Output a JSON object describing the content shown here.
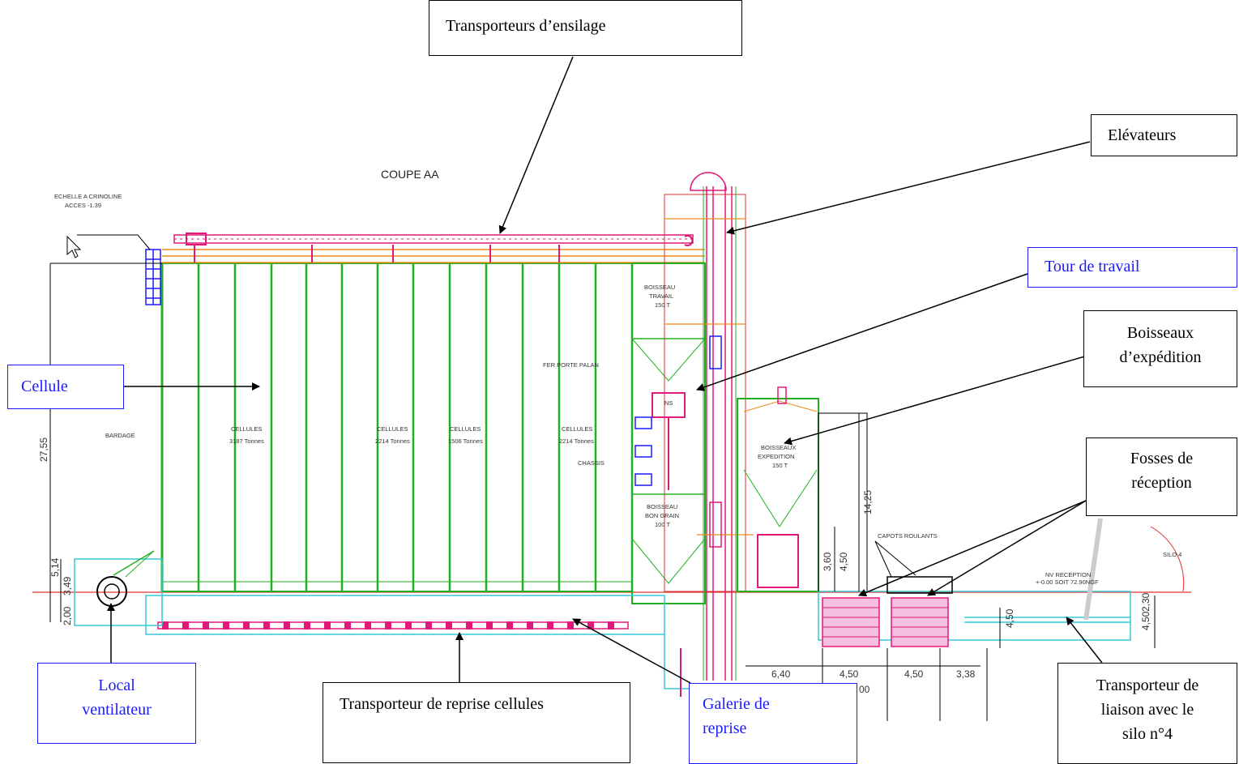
{
  "colors": {
    "green": "#22b022",
    "magenta": "#e0187a",
    "orange": "#f08a1a",
    "cyan": "#35c8d8",
    "red": "#e03030",
    "blue_label": "#1a1aff",
    "line": "#000000"
  },
  "title": "COUPE AA",
  "labels": {
    "ensilage": "Transporteurs d’ensilage",
    "elevateurs": "Elévateurs",
    "tour": "Tour de travail",
    "boisseaux_l1": "Boisseaux",
    "boisseaux_l2": "d’expédition",
    "cellule": "Cellule",
    "fosses_l1": "Fosses de",
    "fosses_l2": "réception",
    "local_l1": "Local",
    "local_l2": "ventilateur",
    "reprise_cellules": "Transporteur de reprise cellules",
    "galerie_l1": "Galerie de",
    "galerie_l2": "reprise",
    "liaison_l1": "Transporteur de",
    "liaison_l2": "liaison avec le",
    "liaison_l3": "silo n°4"
  },
  "drawing": {
    "echelle_l1": "ECHELLE A CRINOLINE",
    "echelle_l2": "ACCES -1.39",
    "bardage": "BARDAGE",
    "height": "27,55",
    "cell1_name": "CELLULES",
    "cell1_tons": "3187 Tonnes",
    "cell2_name": "CELLULES",
    "cell2_tons": "2214 Tonnes",
    "cell3_name": "CELLULES",
    "cell3_tons": "1506 Tonnes",
    "cell4_name": "CELLULES",
    "cell4_tons": "2214 Tonnes",
    "travail_l1": "BOISSEAU",
    "travail_l2": "TRAVAIL",
    "travail_l3": "150 T",
    "fer": "FER PORTE PALAN",
    "ns": "NS",
    "chassis": "CHASSIS",
    "bon_l1": "BOISSEAU",
    "bon_l2": "BON GRAIN",
    "bon_l3": "100 T",
    "exp_l1": "BOISSEAUX",
    "exp_l2": "EXPEDITION",
    "exp_l3": "150 T",
    "capots": "CAPOTS ROULANTS",
    "nv_l1": "NV RECEPTION",
    "nv_l2": "+-0.00 SOIT 72.90NGF",
    "silo4": "SILO 4",
    "d1425": "14,25",
    "d360": "3,60",
    "d450v": "4,50",
    "d230": "2,30",
    "d450r": "4,50",
    "d450r2": "4,50",
    "d514": "5,14",
    "d349": "3,49",
    "d200": "2,00",
    "d640": "6,40",
    "d450a": "4,50",
    "d450b": "4,50",
    "d338": "3,38",
    "d00": "00"
  }
}
